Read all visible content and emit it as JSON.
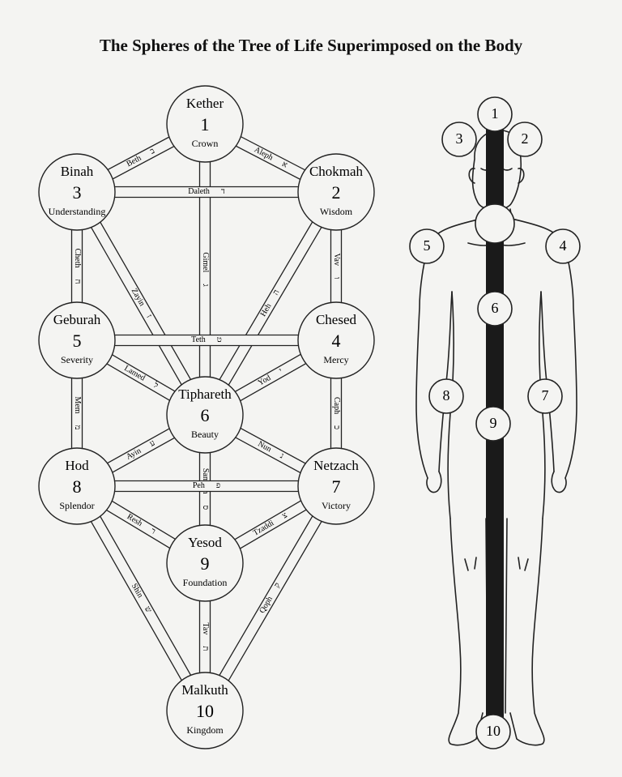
{
  "title": "The Spheres of the Tree of Life Superimposed on the Body",
  "sephirot": [
    {
      "id": "kether",
      "name": "Kether",
      "number": "1",
      "meaning": "Crown"
    },
    {
      "id": "chokmah",
      "name": "Chokmah",
      "number": "2",
      "meaning": "Wisdom"
    },
    {
      "id": "binah",
      "name": "Binah",
      "number": "3",
      "meaning": "Understanding"
    },
    {
      "id": "chesed",
      "name": "Chesed",
      "number": "4",
      "meaning": "Mercy"
    },
    {
      "id": "geburah",
      "name": "Geburah",
      "number": "5",
      "meaning": "Severity"
    },
    {
      "id": "tiphareth",
      "name": "Tiphareth",
      "number": "6",
      "meaning": "Beauty"
    },
    {
      "id": "netzach",
      "name": "Netzach",
      "number": "7",
      "meaning": "Victory"
    },
    {
      "id": "hod",
      "name": "Hod",
      "number": "8",
      "meaning": "Splendor"
    },
    {
      "id": "yesod",
      "name": "Yesod",
      "number": "9",
      "meaning": "Foundation"
    },
    {
      "id": "malkuth",
      "name": "Malkuth",
      "number": "10",
      "meaning": "Kingdom"
    }
  ],
  "paths": [
    {
      "from": "kether",
      "to": "chokmah",
      "label": "Aleph",
      "letter": "א"
    },
    {
      "from": "kether",
      "to": "binah",
      "label": "Beth",
      "letter": "ב"
    },
    {
      "from": "kether",
      "to": "tiphareth",
      "label": "Gimel",
      "letter": "ג"
    },
    {
      "from": "binah",
      "to": "chokmah",
      "label": "Daleth",
      "letter": "ד"
    },
    {
      "from": "chokmah",
      "to": "tiphareth",
      "label": "Heh",
      "letter": "ה"
    },
    {
      "from": "chokmah",
      "to": "chesed",
      "label": "Vav",
      "letter": "ו"
    },
    {
      "from": "binah",
      "to": "tiphareth",
      "label": "Zayin",
      "letter": "ז"
    },
    {
      "from": "binah",
      "to": "geburah",
      "label": "Cheth",
      "letter": "ח"
    },
    {
      "from": "geburah",
      "to": "chesed",
      "label": "Teth",
      "letter": "ט"
    },
    {
      "from": "chesed",
      "to": "tiphareth",
      "label": "Yod",
      "letter": "י"
    },
    {
      "from": "chesed",
      "to": "netzach",
      "label": "Caph",
      "letter": "כ"
    },
    {
      "from": "geburah",
      "to": "tiphareth",
      "label": "Lamed",
      "letter": "ל"
    },
    {
      "from": "geburah",
      "to": "hod",
      "label": "Mem",
      "letter": "מ"
    },
    {
      "from": "tiphareth",
      "to": "netzach",
      "label": "Nun",
      "letter": "נ"
    },
    {
      "from": "tiphareth",
      "to": "yesod",
      "label": "Samech",
      "letter": "ס"
    },
    {
      "from": "tiphareth",
      "to": "hod",
      "label": "Ayin",
      "letter": "ע"
    },
    {
      "from": "hod",
      "to": "netzach",
      "label": "Peh",
      "letter": "פ"
    },
    {
      "from": "netzach",
      "to": "yesod",
      "label": "Tzaddi",
      "letter": "צ"
    },
    {
      "from": "netzach",
      "to": "malkuth",
      "label": "Qoph",
      "letter": "ק"
    },
    {
      "from": "hod",
      "to": "yesod",
      "label": "Resh",
      "letter": "ר"
    },
    {
      "from": "hod",
      "to": "malkuth",
      "label": "Shin",
      "letter": "ש"
    },
    {
      "from": "yesod",
      "to": "malkuth",
      "label": "Tav",
      "letter": "ת"
    }
  ],
  "body_points": [
    "1",
    "2",
    "3",
    "4",
    "5",
    "6",
    "7",
    "8",
    "9",
    "10"
  ]
}
